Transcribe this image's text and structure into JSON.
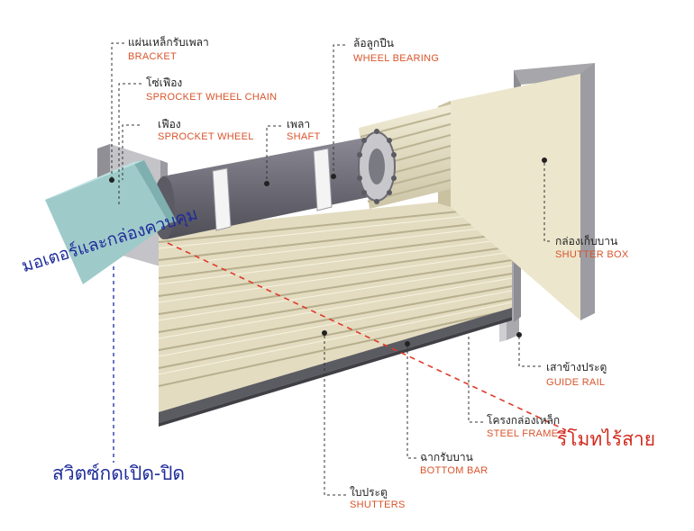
{
  "labels": {
    "bracket": {
      "th": "แผ่นเหล็กรับเพลา",
      "en": "BRACKET"
    },
    "sprocket_chain": {
      "th": "โซ่เฟือง",
      "en": "SPROCKET WHEEL CHAIN"
    },
    "sprocket_wheel": {
      "th": "เฟือง",
      "en": "SPROCKET WHEEL"
    },
    "shaft": {
      "th": "เพลา",
      "en": "SHAFT"
    },
    "wheel_bearing": {
      "th": "ล้อลูกปืน",
      "en": "WHEEL BEARING"
    },
    "shutter_box": {
      "th": "กล่องเก็บบาน",
      "en": "SHUTTER BOX"
    },
    "guide_rail": {
      "th": "เสาข้างประตู",
      "en": "GUIDE RAIL"
    },
    "steel_frame": {
      "th": "โครงกล่องเหล็ก",
      "en": "STEEL FRAME"
    },
    "bottom_bar": {
      "th": "ฉากรับบาน",
      "en": "BOTTOM BAR"
    },
    "shutters": {
      "th": "ใบประตู",
      "en": "SHUTTERS"
    }
  },
  "motor_label": "มอเตอร์และกล่องควบคุม",
  "switch_label": "สวิตซ์กดเปิด-ปิด",
  "remote_label": "รีโมทไร้สาย",
  "colors": {
    "label_en": "#d9542b",
    "thai_blue": "#1f2c9a",
    "remote_red": "#d12a1e",
    "shutter": "#ece6cc",
    "shaft": "#6f6e78",
    "motor_box": "#9dc8c8",
    "frame": "#b9b9bd"
  }
}
